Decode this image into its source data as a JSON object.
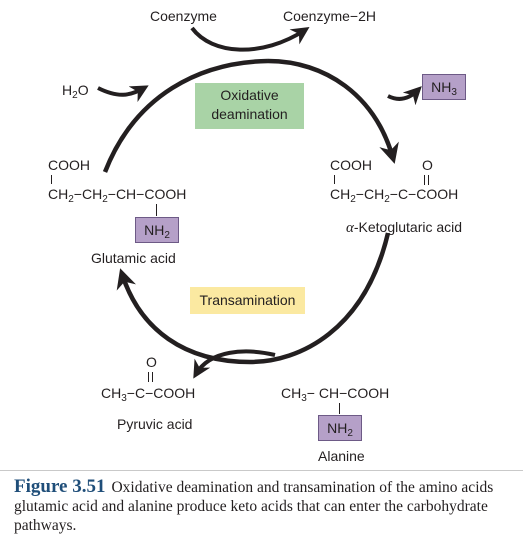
{
  "diagram": {
    "coenzyme": "Coenzyme",
    "coenzyme_2h": "Coenzyme−2H",
    "h2o": {
      "main": "H",
      "sub": "2",
      "tail": "O"
    },
    "nh3_top": {
      "main": "NH",
      "sub": "3"
    },
    "oxidative_deamination": [
      "Oxidative",
      "deamination"
    ],
    "transamination": "Transamination",
    "glutamic": {
      "cooh_top": "COOH",
      "chain": [
        "CH",
        "2",
        "−CH",
        "2",
        "−CH−COOH"
      ],
      "nh2": {
        "main": "NH",
        "sub": "2"
      },
      "name": "Glutamic acid"
    },
    "ketoglutaric": {
      "cooh_top": "COOH",
      "oxygen": "O",
      "chain": [
        "CH",
        "2",
        "−CH",
        "2",
        "−C−COOH"
      ],
      "name_prefix": "α",
      "name_rest": "-Ketoglutaric acid"
    },
    "pyruvic": {
      "oxygen": "O",
      "chain": [
        "CH",
        "3",
        "−C−COOH"
      ],
      "name": "Pyruvic acid"
    },
    "alanine": {
      "chain": [
        "CH",
        "3",
        "− CH−COOH"
      ],
      "nh2": {
        "main": "NH",
        "sub": "2"
      },
      "name": "Alanine"
    }
  },
  "caption": {
    "figure_label": "Figure 3.51",
    "text": "Oxidative deamination and transamination of the amino acids glutamic acid and alanine produce keto acids that can enter the carbohydrate pathways."
  },
  "colors": {
    "green_box": "#a9d3a6",
    "yellow_box": "#fbe9a1",
    "purple_box": "#b5a0c8",
    "arrow": "#231f20",
    "caption_accent": "#1f4e79"
  }
}
